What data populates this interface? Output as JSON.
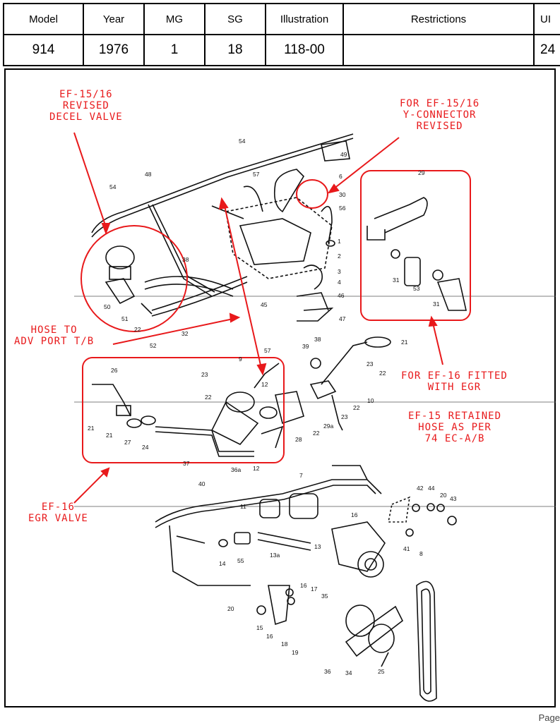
{
  "header": {
    "columns": [
      "Model",
      "Year",
      "MG",
      "SG",
      "Illustration",
      "Restrictions",
      "UI"
    ],
    "values": [
      "914",
      "1976",
      "1",
      "18",
      "118-00",
      "",
      "24"
    ]
  },
  "annotations": {
    "decel": "EF-15/16\nREVISED\nDECEL VALVE",
    "yconn": "FOR EF-15/16\nY-CONNECTOR\nREVISED",
    "hose": "HOSE TO\nADV PORT T/B",
    "egr_fit": "FOR EF-16 FITTED\nWITH EGR",
    "ef15": "EF-15 RETAINED\nHOSE AS PER\n74 EC-A/B",
    "egr_valve": "EF-16\nEGR VALVE"
  },
  "part_numbers": [
    "54",
    "49",
    "48",
    "57",
    "6",
    "30",
    "29",
    "56",
    "54",
    "1",
    "2",
    "3",
    "4",
    "38",
    "31",
    "53",
    "31",
    "50",
    "51",
    "22",
    "52",
    "32",
    "46",
    "45",
    "47",
    "39",
    "38",
    "21",
    "26",
    "23",
    "22",
    "9",
    "57",
    "12",
    "23",
    "22",
    "21",
    "21",
    "27",
    "24",
    "37",
    "36a",
    "12",
    "28",
    "22",
    "29a",
    "23",
    "22",
    "10",
    "40",
    "7",
    "11",
    "14",
    "55",
    "13a",
    "13",
    "16",
    "42",
    "44",
    "20",
    "43",
    "41",
    "8",
    "20",
    "15",
    "16",
    "18",
    "19",
    "16",
    "17",
    "35",
    "36",
    "34",
    "25"
  ],
  "colors": {
    "annotation": "#e8191b",
    "line": "#000000"
  },
  "footer": "Page"
}
